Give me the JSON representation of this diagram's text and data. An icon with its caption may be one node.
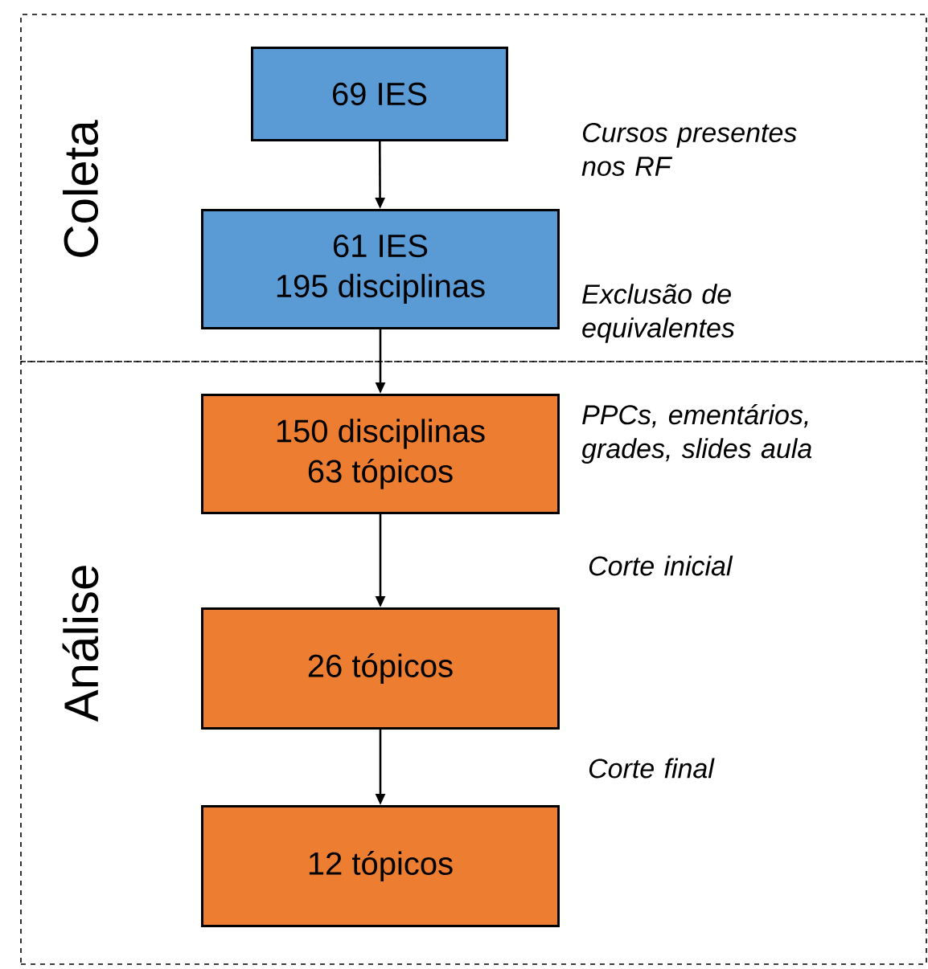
{
  "diagram": {
    "nodes": [
      {
        "text": [
          "Coleta"
        ]
      },
      {
        "text": [
          "69 IES"
        ],
        "in": 0
      },
      {
        "text": [
          "61 IES",
          "195 disciplinas"
        ],
        "in": 0
      },
      {
        "text": [
          "Análise"
        ]
      },
      {
        "text": [
          "150 disciplinas",
          "63 tópicos"
        ],
        "in": 3,
        "beside": [
          "PPCs, ementários, grades, slides aula"
        ]
      },
      {
        "text": [
          "26 tópicos"
        ],
        "in": 3
      },
      {
        "text": [
          "12 tópicos"
        ],
        "in": 3
      }
    ],
    "edges": [
      {
        "from": 1,
        "to": 2,
        "arrow": "to"
      },
      {
        "from": 2,
        "to": 4,
        "arrow": "to"
      },
      {
        "from": 4,
        "to": 5,
        "arrow": "to"
      },
      {
        "from": 5,
        "to": 6,
        "arrow": "to"
      }
    ],
    "labels": [
      "Cursos presentes nos RF",
      "Exclusão de equivalentes",
      "Corte inicial",
      "Corte final"
    ]
  }
}
